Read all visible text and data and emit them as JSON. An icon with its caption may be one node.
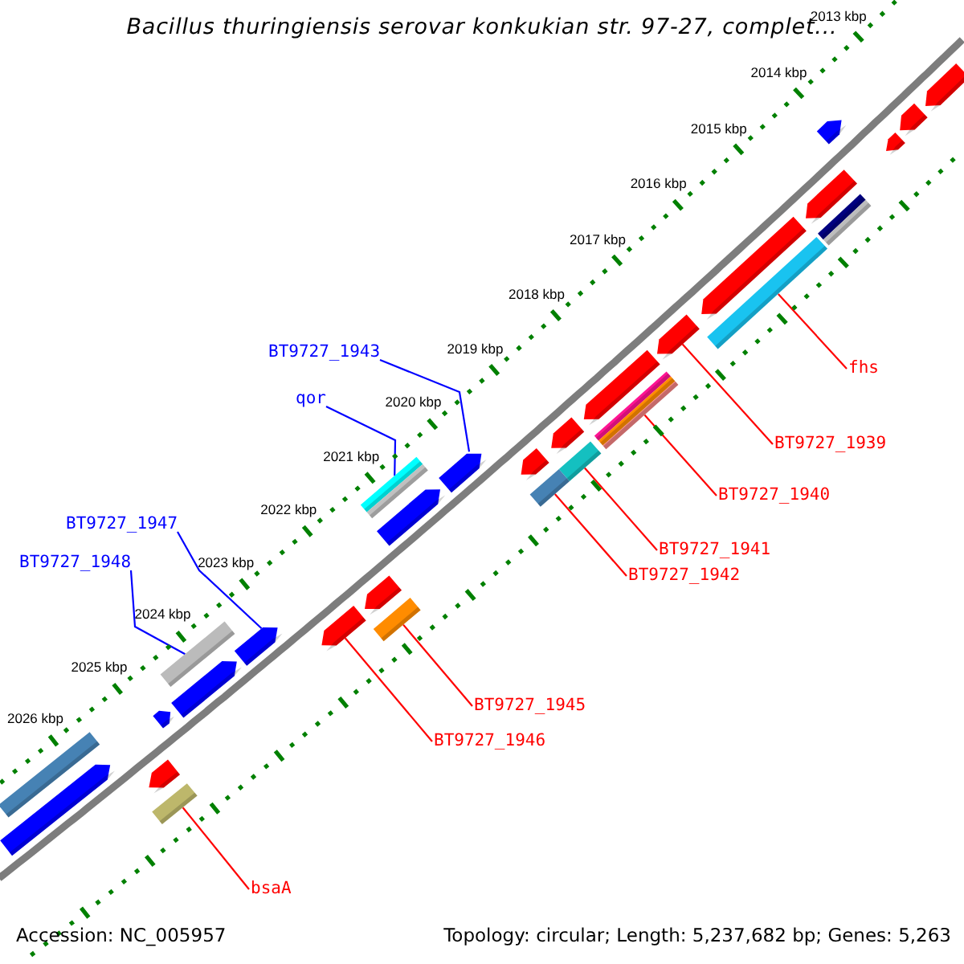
{
  "diagram": {
    "title": "Bacillus thuringiensis serovar konkukian str. 97-27, complet...",
    "nodes": [
      {
        "text": [
          "BT9727_1943"
        ]
      },
      {
        "text": [],
        "shape": "bar"
      },
      {
        "text": [
          "qor"
        ]
      },
      {
        "text": [],
        "shape": "bar"
      },
      {
        "text": [
          "BT9727_1947"
        ]
      },
      {
        "text": [],
        "shape": "bar"
      },
      {
        "text": [
          "BT9727_1948"
        ]
      },
      {
        "text": [],
        "shape": "bar"
      },
      {
        "text": [
          "fhs"
        ]
      },
      {
        "text": [],
        "shape": "bar"
      },
      {
        "text": [
          "BT9727_1939"
        ]
      },
      {
        "text": [],
        "shape": "bar"
      },
      {
        "text": [
          "BT9727_1940"
        ]
      },
      {
        "text": [],
        "shape": "bar"
      },
      {
        "text": [
          "BT9727_1941"
        ]
      },
      {
        "text": [],
        "shape": "bar"
      },
      {
        "text": [
          "BT9727_1942"
        ]
      },
      {
        "text": [],
        "shape": "bar"
      },
      {
        "text": [
          "BT9727_1945"
        ]
      },
      {
        "text": [],
        "shape": "bar"
      },
      {
        "text": [
          "BT9727_1946"
        ]
      },
      {
        "text": [],
        "shape": "bar"
      },
      {
        "text": [
          "bsaA"
        ]
      },
      {
        "text": [],
        "shape": "bar"
      },
      {
        "text": [],
        "shape": "bar"
      },
      {
        "text": [],
        "shape": "bar"
      },
      {
        "text": [],
        "shape": "bar"
      },
      {
        "text": [],
        "shape": "bar"
      },
      {
        "text": [],
        "shape": "bar"
      },
      {
        "text": [],
        "shape": "bar"
      },
      {
        "text": [],
        "shape": "bar"
      },
      {
        "text": [],
        "shape": "bar"
      },
      {
        "text": [],
        "shape": "bar"
      },
      {
        "text": [],
        "shape": "bar"
      },
      {
        "text": [],
        "shape": "bar"
      },
      {
        "text": [],
        "shape": "bar"
      },
      {
        "text": [],
        "shape": "bar"
      },
      {
        "text": [],
        "shape": "bar"
      },
      {
        "text": [],
        "shape": "bar"
      },
      {
        "text": [],
        "shape": "bar"
      },
      {
        "text": [],
        "shape": "bar"
      }
    ],
    "edges": [
      {
        "from": 0,
        "to": 1,
        "arrow": "none",
        "color": "#0000ff"
      },
      {
        "from": 2,
        "to": 3,
        "arrow": "none",
        "color": "#0000ff"
      },
      {
        "from": 4,
        "to": 5,
        "arrow": "none",
        "color": "#0000ff"
      },
      {
        "from": 6,
        "to": 7,
        "arrow": "none",
        "color": "#0000ff"
      },
      {
        "from": 8,
        "to": 9,
        "arrow": "none"
      },
      {
        "from": 10,
        "to": 11,
        "arrow": "none"
      },
      {
        "from": 12,
        "to": 13,
        "arrow": "none"
      },
      {
        "from": 14,
        "to": 15,
        "arrow": "none"
      },
      {
        "from": 16,
        "to": 17,
        "arrow": "none"
      },
      {
        "from": 18,
        "to": 19,
        "arrow": "none"
      },
      {
        "from": 20,
        "to": 21,
        "arrow": "none"
      },
      {
        "from": 22,
        "to": 23,
        "arrow": "none"
      }
    ],
    "labels": [
      "2013 kbp",
      "2014 kbp",
      "2015 kbp",
      "2016 kbp",
      "2017 kbp",
      "2018 kbp",
      "2019 kbp",
      "2020 kbp",
      "2021 kbp",
      "2022 kbp",
      "2023 kbp",
      "2024 kbp",
      "2025 kbp",
      "2026 kbp",
      "Accession: NC_005957",
      "Topology: circular; Length: 5,237,682 bp; Genes: 5,263"
    ]
  }
}
